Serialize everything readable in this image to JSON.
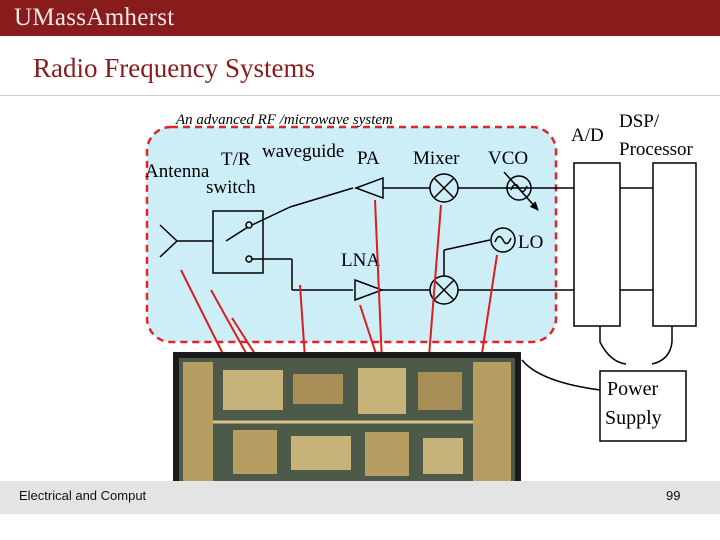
{
  "header": {
    "logo_text": "UMassAmherst",
    "brand_color": "#881c1c"
  },
  "slide": {
    "title": "Radio Frequency Systems"
  },
  "diagram": {
    "caption": "An advanced  RF /microwave system",
    "labels": {
      "antenna": "Antenna",
      "tr": "T/R",
      "waveguide": "waveguide",
      "switch": "switch",
      "pa": "PA",
      "mixer": "Mixer",
      "vco": "VCO",
      "lna": "LNA",
      "lo": "LO",
      "ad": "A/D",
      "dsp": "DSP/",
      "processor": "Processor",
      "power": "Power",
      "supply": "Supply"
    },
    "colors": {
      "panel_fill": "#cdeef7",
      "panel_border": "#e0242a",
      "arrow": "#d81e1e"
    }
  },
  "footer": {
    "text": "Electrical and Comput",
    "page_number": "99"
  },
  "icons": [
    "umass-logo",
    "antenna-icon",
    "amplifier-icon",
    "mixer-icon",
    "oscillator-icon",
    "chip-photo"
  ]
}
